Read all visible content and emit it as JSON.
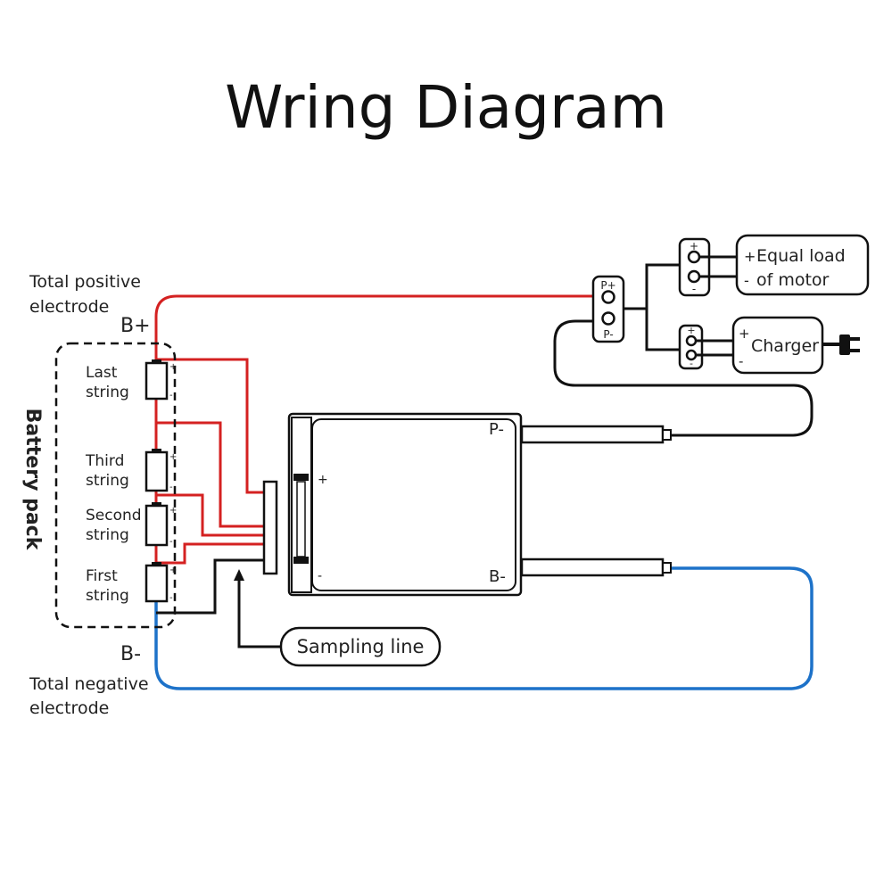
{
  "title": "Wring Diagram",
  "labels": {
    "total_positive": [
      "Total positive",
      "electrode"
    ],
    "total_negative": [
      "Total negative",
      "electrode"
    ],
    "b_plus": "B+",
    "b_minus": "B-",
    "battery_pack": "Battery pack",
    "sampling_line": "Sampling line",
    "board_p_minus": "P-",
    "board_b_minus": "B-",
    "board_plus": "+",
    "board_minus": "-",
    "p_plus": "P+",
    "p_minus": "P-",
    "plus": "+",
    "minus": "-",
    "load": [
      "Equal load",
      "of motor"
    ],
    "charger": "Charger"
  },
  "cells": [
    {
      "name": "last",
      "label": [
        "Last",
        "string"
      ]
    },
    {
      "name": "third",
      "label": [
        "Third",
        "string"
      ]
    },
    {
      "name": "second",
      "label": [
        "Second",
        "string"
      ]
    },
    {
      "name": "first",
      "label": [
        "First",
        "string"
      ]
    }
  ],
  "colors": {
    "positive_wire": "#d42121",
    "negative_wire": "#1d72c9",
    "signal_wire": "#111111"
  }
}
